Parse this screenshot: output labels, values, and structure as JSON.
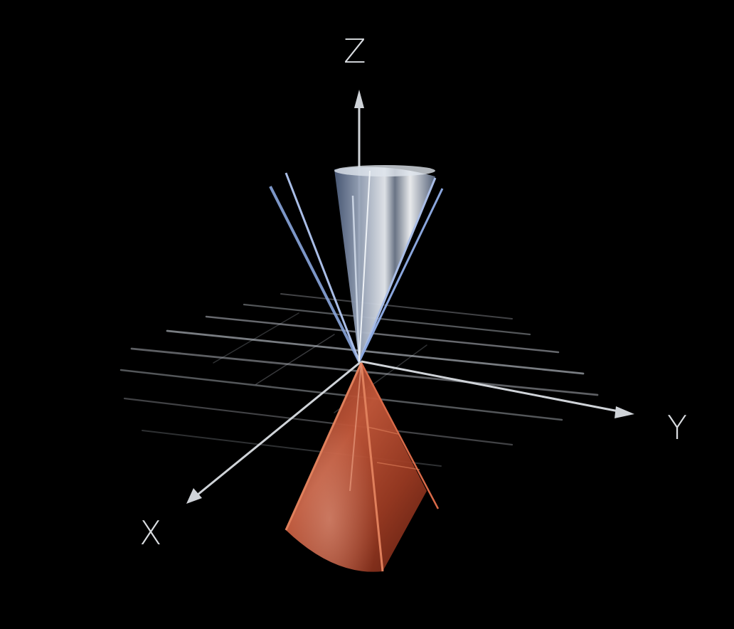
{
  "axes": {
    "x_label": "X",
    "y_label": "Y",
    "z_label": "Z"
  },
  "colors": {
    "background": "#000000",
    "axis": "#cfd3d8",
    "grid": "#b9bec6",
    "future_cone": "#c9d3e2",
    "future_cone_edge": "#8aa6dd",
    "past_cone": "#b8452a",
    "past_cone_edge": "#e0805c"
  },
  "cones": {
    "upper": "future-light-cone",
    "lower": "past-light-cone"
  }
}
